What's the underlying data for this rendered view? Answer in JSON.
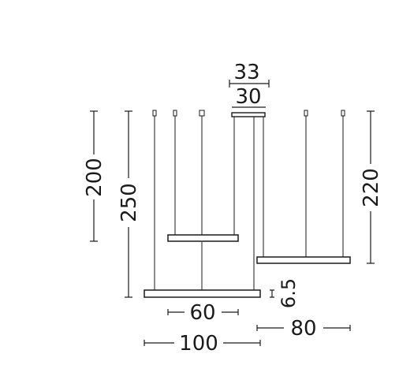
{
  "figure": {
    "dimensions": {
      "canopy_outer": "33",
      "canopy_inner": "30",
      "height_a": "200",
      "height_b": "250",
      "height_c": "220",
      "ring_thickness": "6.5",
      "ring_small": "60",
      "ring_large": "100",
      "ring_right": "80"
    },
    "colors": {
      "line": "#1a1a1a",
      "background": "#ffffff"
    }
  }
}
